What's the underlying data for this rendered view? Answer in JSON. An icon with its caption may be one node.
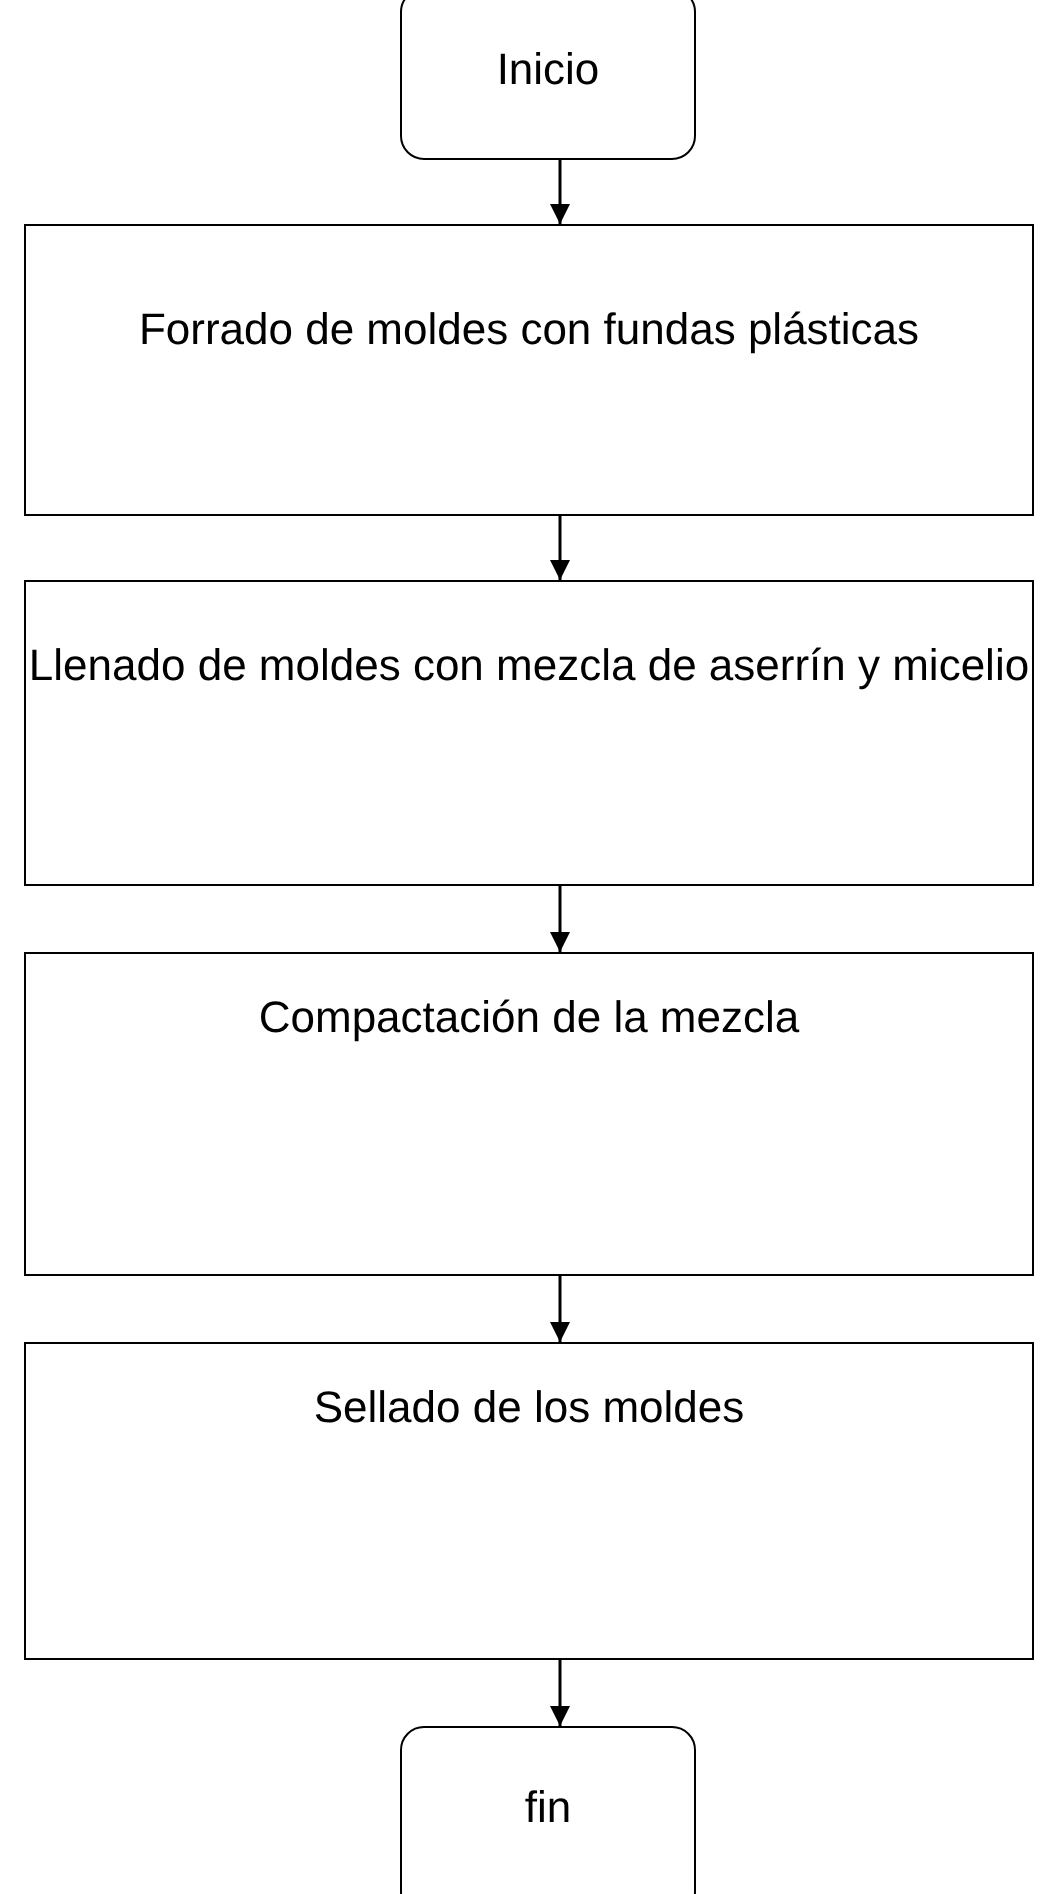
{
  "diagram": {
    "nodes": [
      {
        "text": [
          "Inicio"
        ]
      },
      {
        "text": [
          "Forrado de moldes con fundas plásticas"
        ]
      },
      {
        "text": [
          "Llenado de moldes con mezcla de aserrín y micelio"
        ]
      },
      {
        "text": [
          "Compactación de la mezcla"
        ]
      },
      {
        "text": [
          "Sellado de los moldes"
        ]
      },
      {
        "text": [
          "fin"
        ]
      }
    ],
    "edges": [
      {
        "from": 0,
        "to": 1,
        "arrow": "to"
      },
      {
        "from": 1,
        "to": 2,
        "arrow": "to"
      },
      {
        "from": 2,
        "to": 3,
        "arrow": "to"
      },
      {
        "from": 3,
        "to": 4,
        "arrow": "to"
      },
      {
        "from": 4,
        "to": 5,
        "arrow": "to"
      }
    ]
  }
}
